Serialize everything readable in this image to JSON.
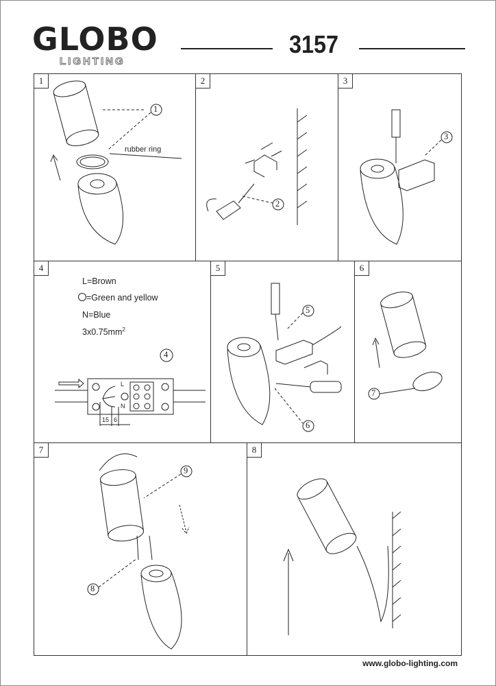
{
  "header": {
    "brand": "GLOBO",
    "brand_sub": "LIGHTING",
    "model": "3157"
  },
  "panels": [
    {
      "number": "1",
      "callout": "1",
      "label": "rubber ring"
    },
    {
      "number": "2",
      "callout": "2"
    },
    {
      "number": "3",
      "callout": "3"
    },
    {
      "number": "4",
      "callout": "4",
      "wiring": [
        "L=Brown",
        "=Green and yellow",
        "N=Blue",
        "3x0.75mm"
      ],
      "wire_sup": "2",
      "dims": [
        "15",
        "6"
      ],
      "terminals": [
        "L",
        "N"
      ]
    },
    {
      "number": "5",
      "callouts": [
        "5",
        "6"
      ]
    },
    {
      "number": "6",
      "callout": "7"
    },
    {
      "number": "7",
      "callouts": [
        "9",
        "8"
      ]
    },
    {
      "number": "8"
    }
  ],
  "footer": {
    "website": "www.globo-lighting.com"
  }
}
